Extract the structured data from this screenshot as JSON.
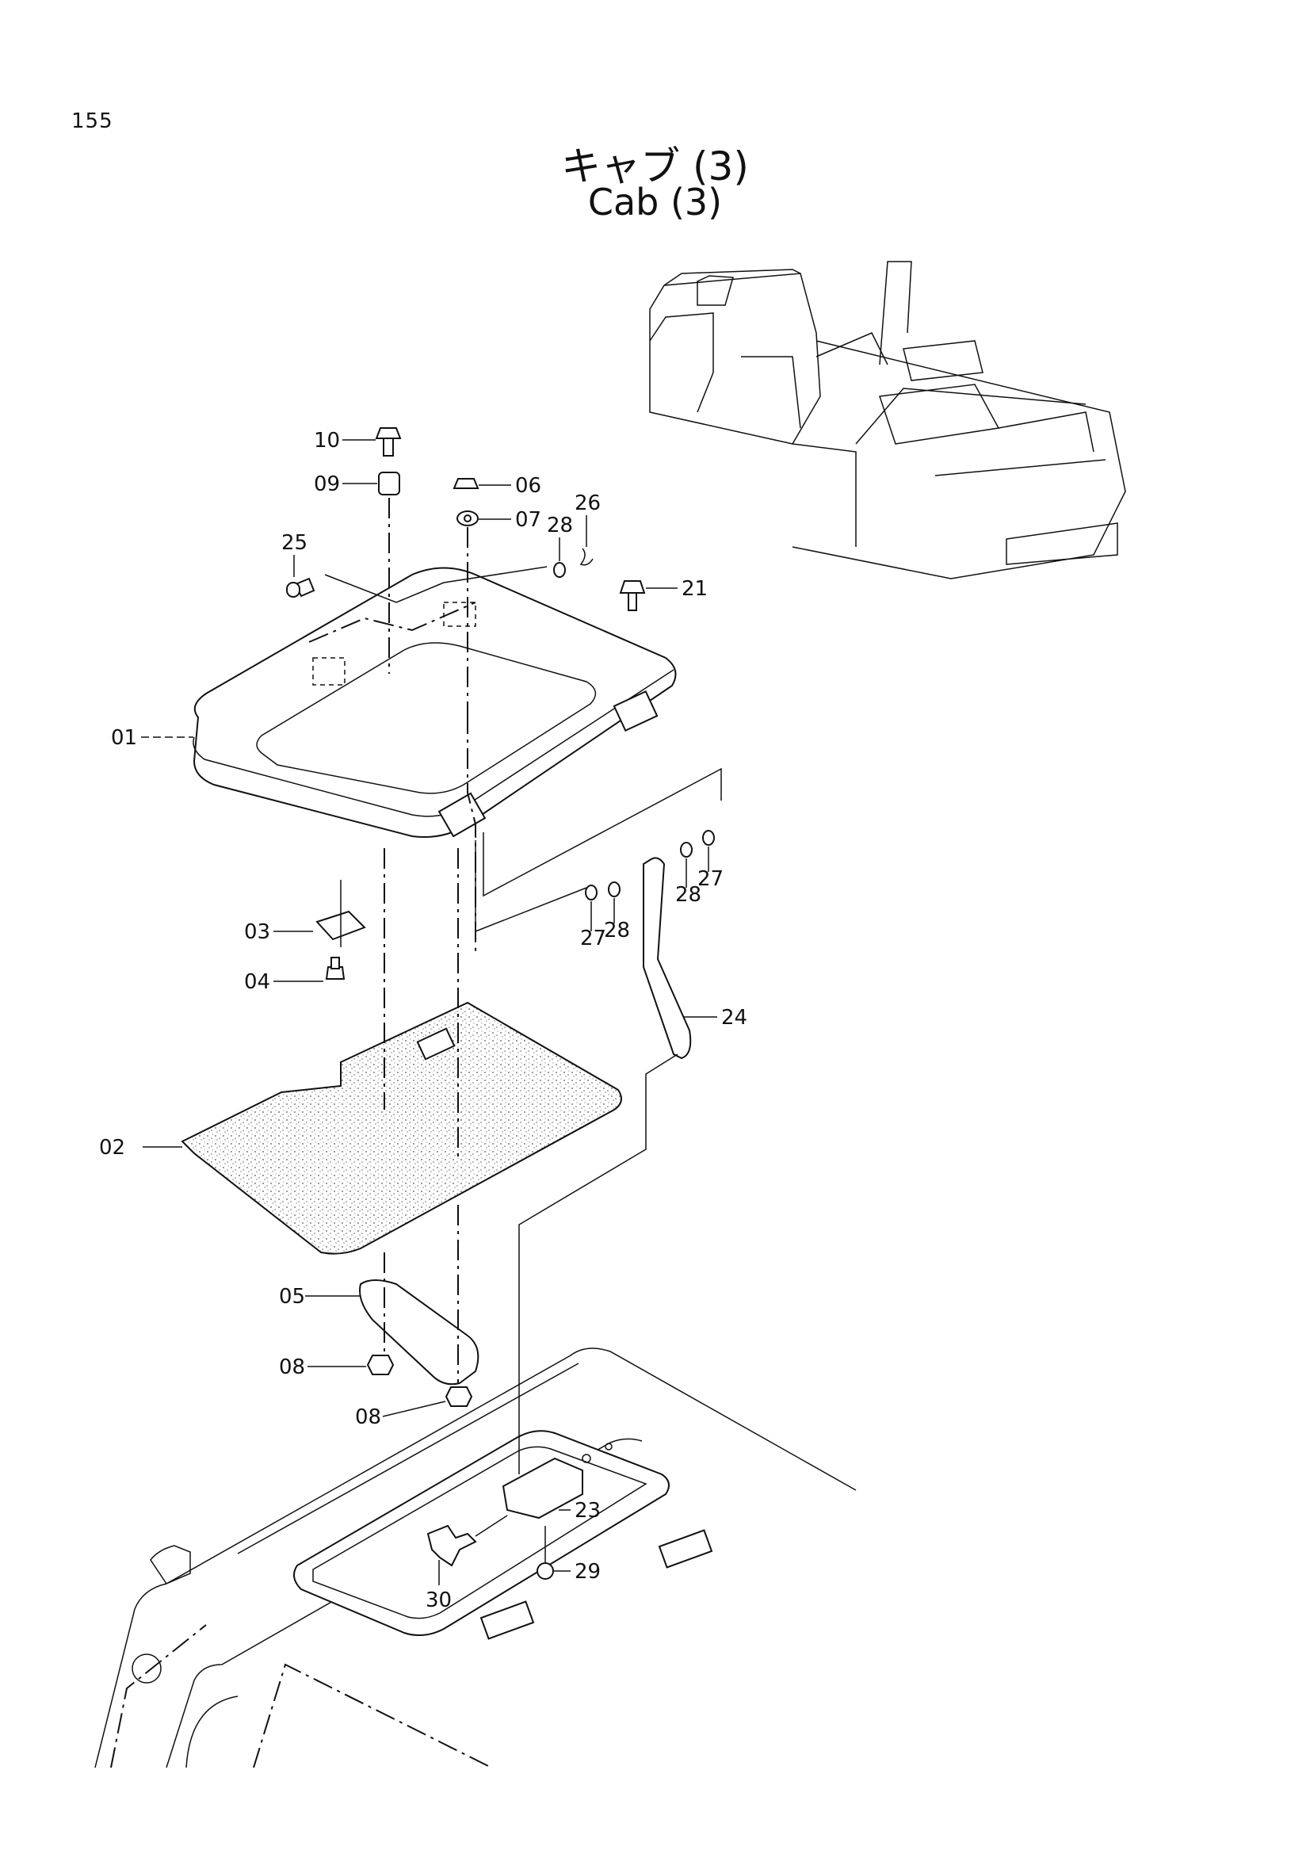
{
  "page": {
    "number": "155"
  },
  "title": {
    "japanese": "キャブ (3)",
    "english": "Cab (3)"
  },
  "callouts": [
    {
      "id": "10",
      "label": "10"
    },
    {
      "id": "09",
      "label": "09"
    },
    {
      "id": "06",
      "label": "06"
    },
    {
      "id": "07",
      "label": "07"
    },
    {
      "id": "28a",
      "label": "28"
    },
    {
      "id": "26",
      "label": "26"
    },
    {
      "id": "25",
      "label": "25"
    },
    {
      "id": "21",
      "label": "21"
    },
    {
      "id": "01",
      "label": "01"
    },
    {
      "id": "03",
      "label": "03"
    },
    {
      "id": "04",
      "label": "04"
    },
    {
      "id": "27a",
      "label": "27"
    },
    {
      "id": "28b",
      "label": "28"
    },
    {
      "id": "28c",
      "label": "28"
    },
    {
      "id": "27b",
      "label": "27"
    },
    {
      "id": "24",
      "label": "24"
    },
    {
      "id": "02",
      "label": "02"
    },
    {
      "id": "05",
      "label": "05"
    },
    {
      "id": "08a",
      "label": "08"
    },
    {
      "id": "08b",
      "label": "08"
    },
    {
      "id": "23",
      "label": "23"
    },
    {
      "id": "29",
      "label": "29"
    },
    {
      "id": "30",
      "label": "30"
    }
  ]
}
